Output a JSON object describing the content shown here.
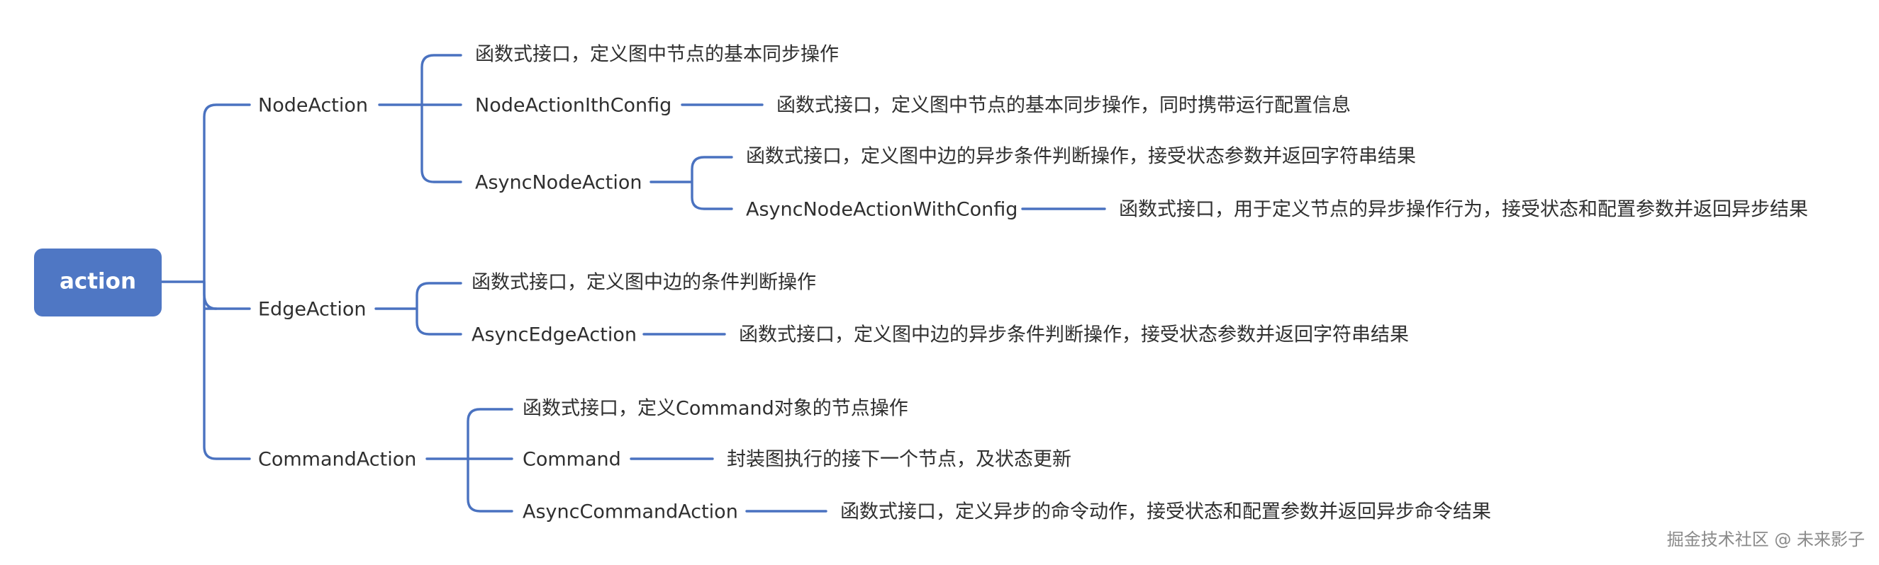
{
  "root": {
    "label": "action"
  },
  "branches": [
    {
      "label": "NodeAction",
      "children": [
        {
          "label": "函数式接口，定义图中节点的基本同步操作"
        },
        {
          "label": "NodeActionIthConfig",
          "desc": "函数式接口，定义图中节点的基本同步操作，同时携带运行配置信息"
        },
        {
          "label": "AsyncNodeAction",
          "children": [
            {
              "label": "函数式接口，定义图中边的异步条件判断操作，接受状态参数并返回字符串结果"
            },
            {
              "label": "AsyncNodeActionWithConfig",
              "desc": "函数式接口，用于定义节点的异步操作行为，接受状态和配置参数并返回异步结果"
            }
          ]
        }
      ]
    },
    {
      "label": "EdgeAction",
      "children": [
        {
          "label": "函数式接口，定义图中边的条件判断操作"
        },
        {
          "label": "AsyncEdgeAction",
          "desc": "函数式接口，定义图中边的异步条件判断操作，接受状态参数并返回字符串结果"
        }
      ]
    },
    {
      "label": "CommandAction",
      "children": [
        {
          "label": "函数式接口，定义Command对象的节点操作"
        },
        {
          "label": "Command",
          "desc": "封装图执行的接下一个节点，及状态更新"
        },
        {
          "label": "AsyncCommandAction",
          "desc": "函数式接口，定义异步的命令动作，接受状态和配置参数并返回异步命令结果"
        }
      ]
    }
  ],
  "watermark": "掘金技术社区 @ 未来影子",
  "colors": {
    "connector": "#4a72c0",
    "root_fill": "#4f77c4",
    "text": "#2f2f2f"
  }
}
